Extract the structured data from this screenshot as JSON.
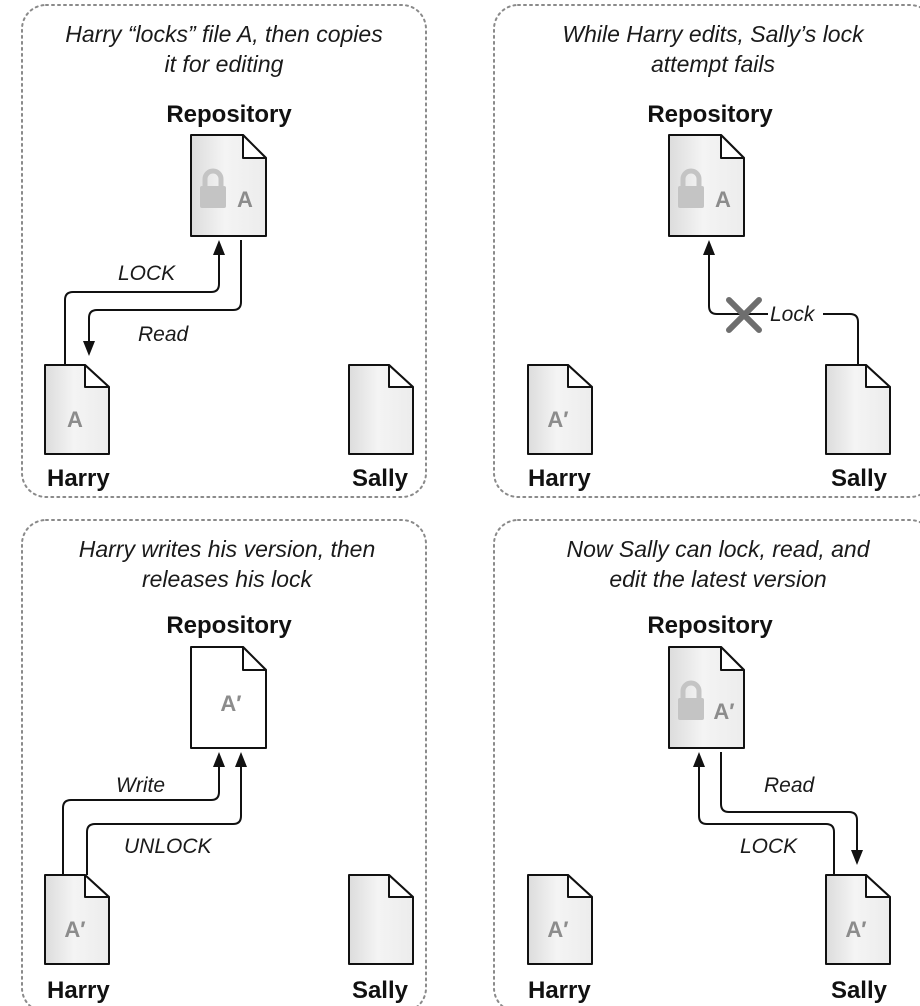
{
  "panels": [
    {
      "caption": [
        "Harry “locks” file A, then copies",
        "it for editing"
      ],
      "repository_label": "Repository",
      "repository_file": {
        "letter": "A",
        "locked": true
      },
      "harry_label": "Harry",
      "harry_file": {
        "letter": "A"
      },
      "sally_label": "Sally",
      "sally_file": {
        "letter": ""
      },
      "arrow_labels": [
        "LOCK",
        "Read"
      ]
    },
    {
      "caption": [
        "While Harry edits, Sally’s lock",
        "attempt fails"
      ],
      "repository_label": "Repository",
      "repository_file": {
        "letter": "A",
        "locked": true
      },
      "harry_label": "Harry",
      "harry_file": {
        "letter": "A′"
      },
      "sally_label": "Sally",
      "sally_file": {
        "letter": ""
      },
      "arrow_labels": [
        "Lock"
      ]
    },
    {
      "caption": [
        "Harry writes his version, then",
        "releases his lock"
      ],
      "repository_label": "Repository",
      "repository_file": {
        "letter": "A′",
        "locked": false
      },
      "harry_label": "Harry",
      "harry_file": {
        "letter": "A′"
      },
      "sally_label": "Sally",
      "sally_file": {
        "letter": ""
      },
      "arrow_labels": [
        "Write",
        "UNLOCK"
      ]
    },
    {
      "caption": [
        "Now Sally can lock, read, and",
        "edit the latest version"
      ],
      "repository_label": "Repository",
      "repository_file": {
        "letter": "A′",
        "locked": true
      },
      "harry_label": "Harry",
      "harry_file": {
        "letter": "A′"
      },
      "sally_label": "Sally",
      "sally_file": {
        "letter": "A′"
      },
      "arrow_labels": [
        "Read",
        "LOCK"
      ]
    }
  ]
}
